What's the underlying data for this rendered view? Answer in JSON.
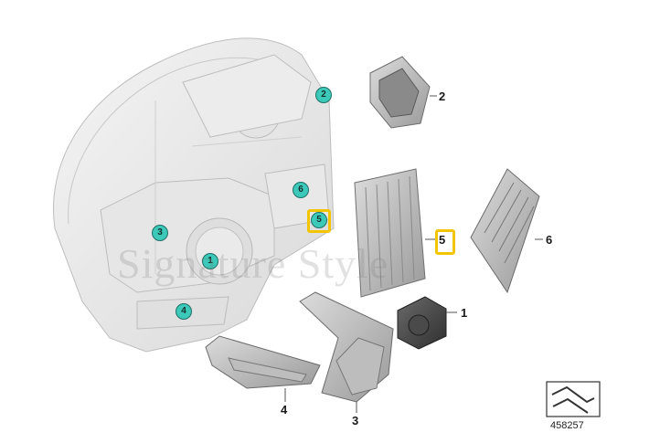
{
  "diagram": {
    "parts": [
      {
        "id": "headlight-housing",
        "label": ""
      },
      {
        "id": "fan",
        "label": "1"
      },
      {
        "id": "led-module-cover",
        "label": "2"
      },
      {
        "id": "duct-3",
        "label": "3"
      },
      {
        "id": "duct-4",
        "label": "4"
      },
      {
        "id": "control-unit",
        "label": "5"
      },
      {
        "id": "heat-sink-module",
        "label": "6"
      }
    ],
    "housing_badges": [
      "1",
      "2",
      "3",
      "4",
      "5",
      "6"
    ],
    "highlighted_callout": "5",
    "watermark": "Signature Style",
    "doc_number": "458257",
    "colors": {
      "badge_fill": "#3cc9b9",
      "highlight": "#f2c500",
      "line": "#555555"
    }
  }
}
